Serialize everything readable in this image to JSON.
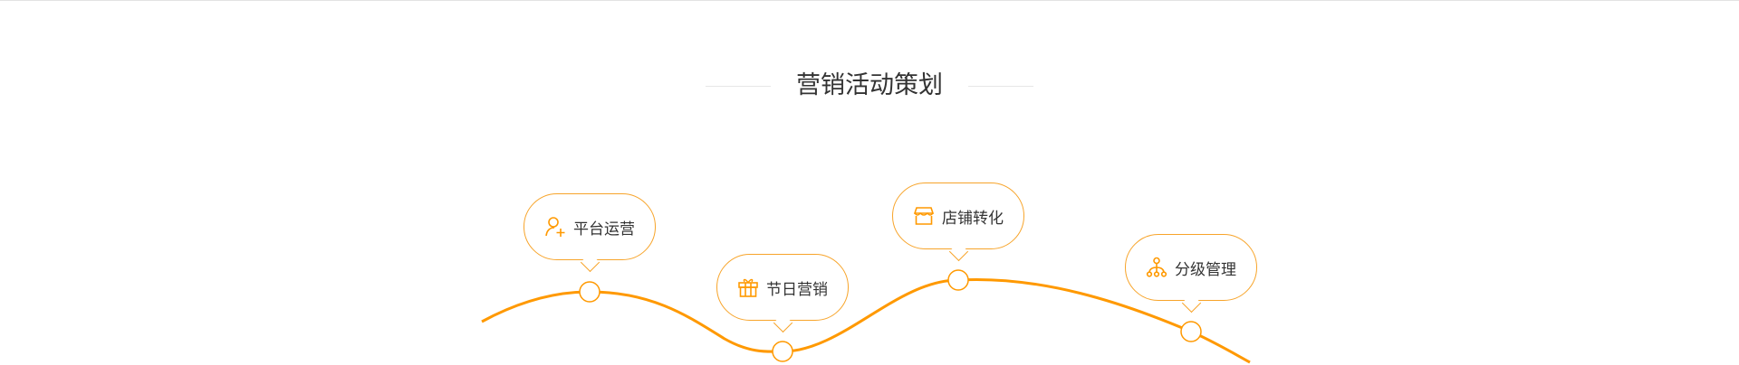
{
  "section": {
    "title": "营销活动策划"
  },
  "steps": [
    {
      "label": "平台运营",
      "icon": "user-add-icon"
    },
    {
      "label": "节日营销",
      "icon": "gift-icon"
    },
    {
      "label": "店铺转化",
      "icon": "store-icon"
    },
    {
      "label": "分级管理",
      "icon": "hierarchy-icon"
    }
  ],
  "colors": {
    "accent": "#ff9900",
    "text": "#333333"
  }
}
